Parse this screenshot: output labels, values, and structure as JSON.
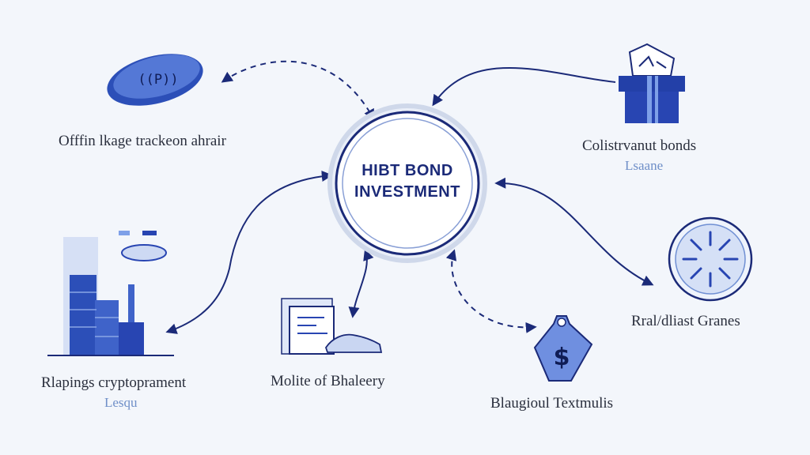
{
  "hub": {
    "line1": "HIBT BOND",
    "line2": "INVESTMENT"
  },
  "nodes": {
    "offline": {
      "label": "Offfin lkage trackeon ahrair",
      "icon": "pill-badge-icon"
    },
    "colistrivanut": {
      "label": "Colistrvanut bonds",
      "sub": "Lsaane",
      "icon": "building-gift-icon"
    },
    "rralist": {
      "label": "Rral/dliast Granes",
      "icon": "globe-icon"
    },
    "blaugioul": {
      "label": "Blaugioul Textmulis",
      "icon": "dollar-tag-icon"
    },
    "molite": {
      "label": "Molite of Bhaleery",
      "icon": "document-sneaker-icon"
    },
    "rlapings": {
      "label": "Rlapings cryptoprament",
      "sub": "Lesqu",
      "icon": "server-towers-icon"
    }
  },
  "colors": {
    "accent": "#1b2a78",
    "icon_fill": "#3f63c9",
    "soft": "#cdd9f3"
  }
}
